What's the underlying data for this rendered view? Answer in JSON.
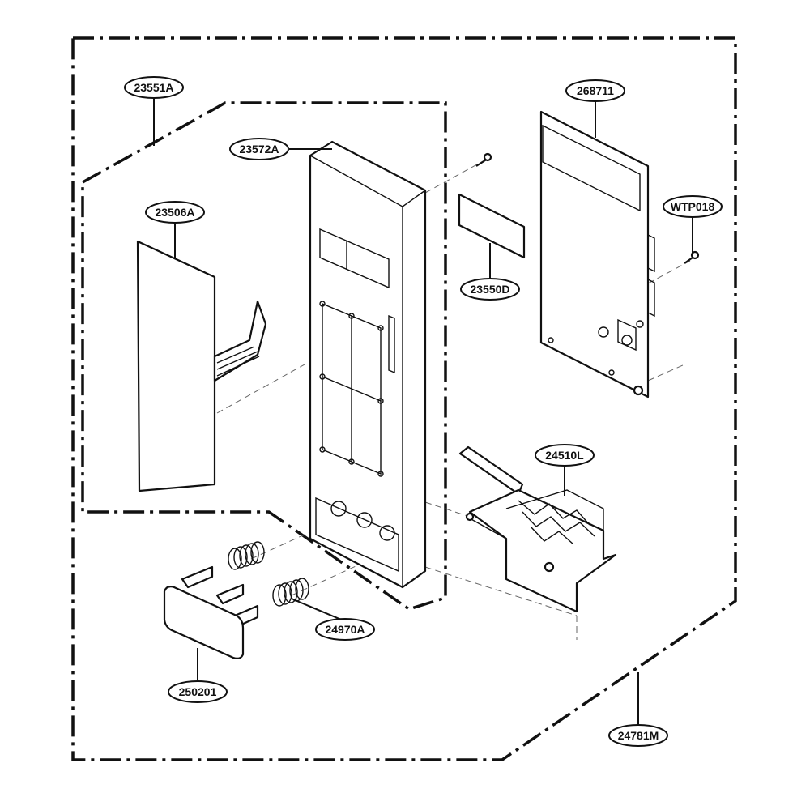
{
  "labels": {
    "panel_assembly": "23551A",
    "front_panel": "23572A",
    "membrane_switch": "23506A",
    "control_pcb": "268711",
    "pcb_screw": "WTP018",
    "display_window": "23550D",
    "door_lever": "24510L",
    "springs": "24970A",
    "push_button": "250201",
    "control_assembly": "24781M"
  }
}
